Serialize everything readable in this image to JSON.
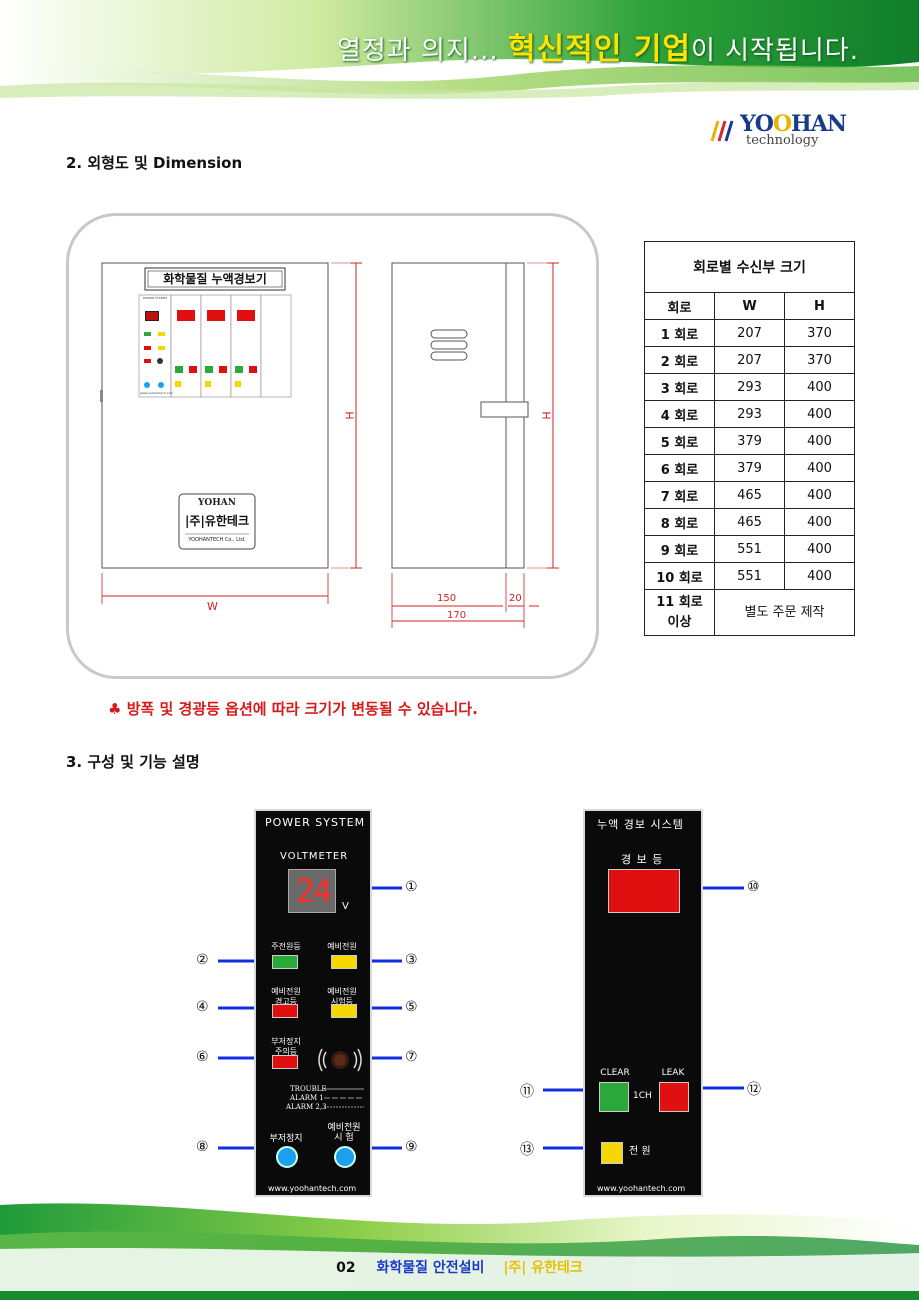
{
  "header": {
    "slogan_pre": "열정과 의지... ",
    "slogan_highlight": "혁신적인 기업",
    "slogan_post": "이 시작됩니다."
  },
  "logo": {
    "name_a": "YO",
    "name_b": "O",
    "name_c": "HAN",
    "sub": "technology"
  },
  "section2": {
    "title": "2. 외형도 및 Dimension"
  },
  "drawing": {
    "cabinet_title": "화학물질 누액경보기",
    "nameplate_logo": "YOHAN",
    "nameplate_company": "|주|유한테크",
    "nameplate_sub": "YOOHANTECH Co., Ltd.",
    "dim_w": "W",
    "dim_h": "H",
    "dim_150": "150",
    "dim_20": "20",
    "dim_170": "170"
  },
  "table": {
    "caption": "회로별 수신부 크기",
    "headers": [
      "회로",
      "W",
      "H"
    ],
    "rows": [
      [
        "1 회로",
        "207",
        "370"
      ],
      [
        "2 회로",
        "207",
        "370"
      ],
      [
        "3 회로",
        "293",
        "400"
      ],
      [
        "4 회로",
        "293",
        "400"
      ],
      [
        "5 회로",
        "379",
        "400"
      ],
      [
        "6 회로",
        "379",
        "400"
      ],
      [
        "7 회로",
        "465",
        "400"
      ],
      [
        "8 회로",
        "465",
        "400"
      ],
      [
        "9 회로",
        "551",
        "400"
      ],
      [
        "10 회로",
        "551",
        "400"
      ]
    ],
    "last_row_circuit_a": "11 회로",
    "last_row_circuit_b": "이상",
    "last_row_note": "별도 주문 제작"
  },
  "note": {
    "symbol": "♣",
    "text": "방폭 및 경광등 옵션에 따라 크기가 변동될 수 있습니다."
  },
  "section3": {
    "title": "3. 구성 및 기능 설명"
  },
  "power_panel": {
    "title": "POWER SYSTEM",
    "voltmeter_label": "VOLTMETER",
    "display_value": "24",
    "unit": "V",
    "main_power": "주전원등",
    "backup_power": "예비전원",
    "backup_warn_a": "예비전원",
    "backup_warn_b": "경고등",
    "backup_test_a": "예비전원",
    "backup_test_b": "시험등",
    "buzzer_caution_a": "부저정지",
    "buzzer_caution_b": "주의등",
    "trouble": "TROUBLE",
    "alarm1": "ALARM 1",
    "alarm23": "ALARM 2,3",
    "buzzer_stop_btn": "부저정지",
    "backup_test_btn_a": "예비전원",
    "backup_test_btn_b": "시    험",
    "url": "www.yoohantech.com"
  },
  "leak_panel": {
    "title": "누액 경보 시스템",
    "alarm_lamp": "경 보 등",
    "clear": "CLEAR",
    "leak": "LEAK",
    "channel": "1CH",
    "power": "전 원",
    "url": "www.yoohantech.com"
  },
  "callouts": [
    "①",
    "②",
    "③",
    "④",
    "⑤",
    "⑥",
    "⑦",
    "⑧",
    "⑨",
    "⑩",
    "⑪",
    "⑫",
    "⑬"
  ],
  "footer": {
    "page": "02",
    "title": "화학물질 안전설비",
    "company": "|주| 유한테크"
  },
  "colors": {
    "green": "#2aa83a",
    "red": "#e01010",
    "yellow": "#f5d800",
    "blue_line": "#1030e0",
    "led": "#ff2a2a"
  }
}
